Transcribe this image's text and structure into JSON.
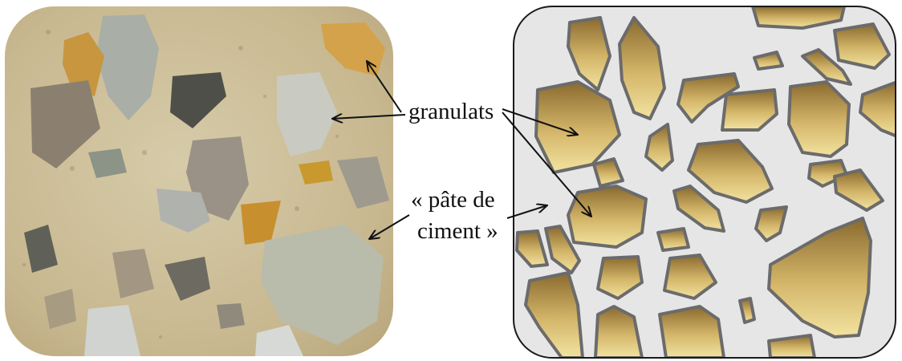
{
  "labels": {
    "aggregates": "granulats",
    "cement_paste_line1": "« pâte de",
    "cement_paste_line2": "ciment »"
  },
  "panels": {
    "left": "concrete-photo",
    "right": "schematic-illustration"
  },
  "colors": {
    "mortar": "#c9b992",
    "mortar_light": "#d8cdae",
    "schematic_background": "#e6e6e6",
    "aggregate_gradient_top": "#8a6a2e",
    "aggregate_gradient_bottom": "#f2e3a0",
    "aggregate_outline": "#6b6b6b",
    "frame_outline": "#1a1a1a",
    "arrow": "#111111"
  }
}
